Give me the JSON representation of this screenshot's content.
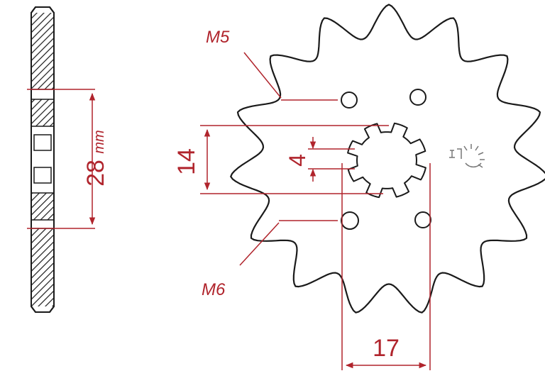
{
  "colors": {
    "outline": "#1a1a1a",
    "dimension": "#b0242c",
    "hatch": "#1a1a1a",
    "background": "#ffffff",
    "logo": "#777777"
  },
  "side_view": {
    "hub_diameter_label": "28",
    "hub_diameter_unit": "mm"
  },
  "sprocket": {
    "teeth": 15,
    "bolt_top_label": "M5",
    "bolt_bottom_label": "M6",
    "spline_height_label": "14",
    "spline_tooth_label": "4",
    "spline_width_label": "17",
    "logo_icon": "brand-logo-icon"
  }
}
